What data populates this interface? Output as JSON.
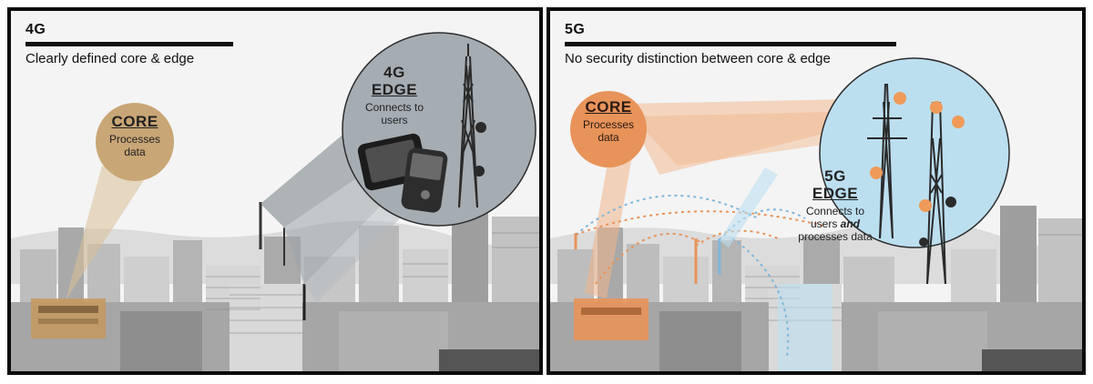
{
  "left": {
    "label": "4G",
    "subtitle": "Clearly defined core & edge",
    "core": {
      "title": "CORE",
      "desc_line1": "Processes",
      "desc_line2": "data"
    },
    "edge": {
      "title_line1": "4G",
      "title_line2": "EDGE",
      "desc_line1": "Connects to",
      "desc_line2": "users"
    }
  },
  "right": {
    "label": "5G",
    "subtitle": "No security distinction between core & edge",
    "core": {
      "title": "CORE",
      "desc_line1": "Processes",
      "desc_line2": "data"
    },
    "edge": {
      "title_line1": "5G",
      "title_line2": "EDGE",
      "desc_line1": "Connects to",
      "desc_line2a": "users ",
      "desc_line2b": "and",
      "desc_line3": "processes data"
    }
  },
  "colors": {
    "core_4g": "#c9a676",
    "core_5g": "#e8935a",
    "edge_4g": "#9aa3a8",
    "edge_5g": "#bcdff0",
    "orange_dot": "#ef9a59",
    "blue_link": "#7fb6d8"
  }
}
